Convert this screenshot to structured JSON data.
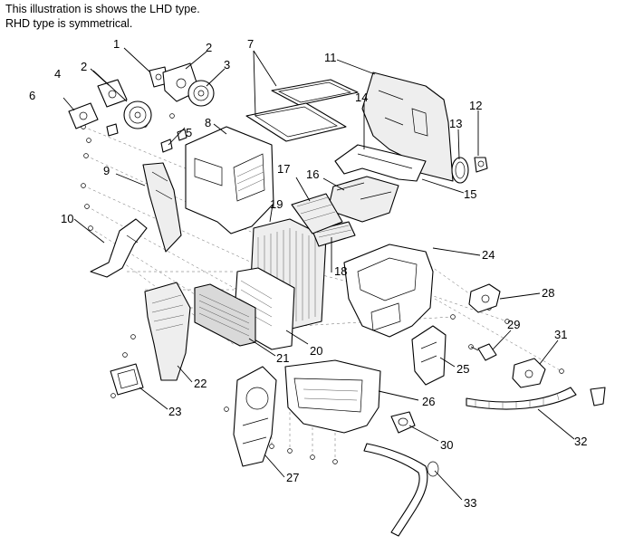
{
  "caption": {
    "line1": "This illustration is shows the LHD type.",
    "line2": "RHD type is symmetrical."
  },
  "callouts": [
    {
      "id": "c1",
      "text": "1"
    },
    {
      "id": "c2a",
      "text": "2"
    },
    {
      "id": "c2b",
      "text": "2"
    },
    {
      "id": "c3",
      "text": "3"
    },
    {
      "id": "c4",
      "text": "4"
    },
    {
      "id": "c5",
      "text": "5"
    },
    {
      "id": "c6",
      "text": "6"
    },
    {
      "id": "c7",
      "text": "7"
    },
    {
      "id": "c8",
      "text": "8"
    },
    {
      "id": "c9",
      "text": "9"
    },
    {
      "id": "c10",
      "text": "10"
    },
    {
      "id": "c11",
      "text": "11"
    },
    {
      "id": "c12",
      "text": "12"
    },
    {
      "id": "c13",
      "text": "13"
    },
    {
      "id": "c14",
      "text": "14"
    },
    {
      "id": "c15",
      "text": "15"
    },
    {
      "id": "c16",
      "text": "16"
    },
    {
      "id": "c17",
      "text": "17"
    },
    {
      "id": "c18",
      "text": "18"
    },
    {
      "id": "c19",
      "text": "19"
    },
    {
      "id": "c20",
      "text": "20"
    },
    {
      "id": "c21",
      "text": "21"
    },
    {
      "id": "c22",
      "text": "22"
    },
    {
      "id": "c23",
      "text": "23"
    },
    {
      "id": "c24",
      "text": "24"
    },
    {
      "id": "c25",
      "text": "25"
    },
    {
      "id": "c26",
      "text": "26"
    },
    {
      "id": "c27",
      "text": "27"
    },
    {
      "id": "c28",
      "text": "28"
    },
    {
      "id": "c29",
      "text": "29"
    },
    {
      "id": "c30",
      "text": "30"
    },
    {
      "id": "c31",
      "text": "31"
    },
    {
      "id": "c32",
      "text": "32"
    },
    {
      "id": "c33",
      "text": "33"
    }
  ]
}
